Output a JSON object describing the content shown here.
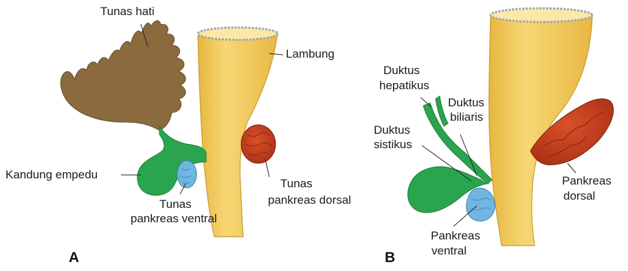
{
  "panels": {
    "a": "A",
    "b": "B"
  },
  "labels_a": {
    "liver_bud": "Tunas hati",
    "stomach": "Lambung",
    "gallbladder": "Kandung empedu",
    "ventral_bud_1": "Tunas",
    "ventral_bud_2": "pankreas ventral",
    "dorsal_bud_1": "Tunas",
    "dorsal_bud_2": "pankreas dorsal"
  },
  "labels_b": {
    "hepatic_duct_1": "Duktus",
    "hepatic_duct_2": "hepatikus",
    "bile_duct_1": "Duktus",
    "bile_duct_2": "biliaris",
    "cystic_duct_1": "Duktus",
    "cystic_duct_2": "sistikus",
    "ventral_pancreas_1": "Pankreas",
    "ventral_pancreas_2": "ventral",
    "dorsal_pancreas_1": "Pankreas",
    "dorsal_pancreas_2": "dorsal"
  },
  "colors": {
    "stomach": "#f2c857",
    "liver": "#8b6a3e",
    "gallbladder": "#2aa44f",
    "ventral_pancreas": "#6fb6e0",
    "dorsal_pancreas": "#c0391b"
  }
}
